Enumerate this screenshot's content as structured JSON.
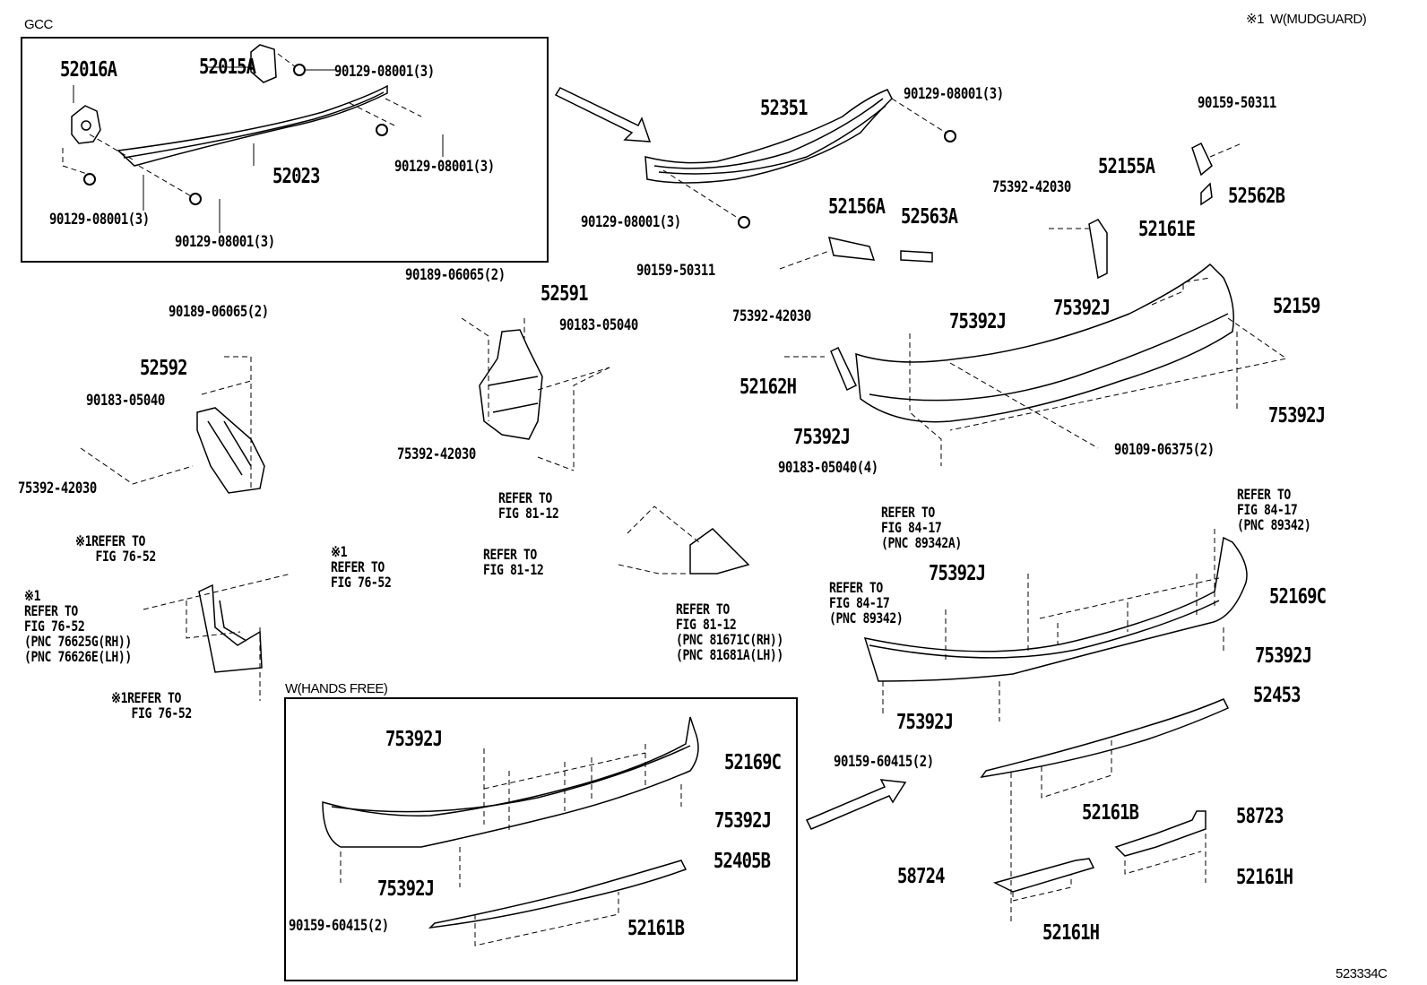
{
  "diagram": {
    "type": "parts-exploded-view",
    "subject": "Rear bumper and reinforcement",
    "figure_code": "523334C",
    "legend_note": "※1  W(MUDGUARD)",
    "groups": {
      "gcc": {
        "title": "GCC"
      },
      "hands_free": {
        "title": "W(HANDS FREE)"
      }
    },
    "labels": {
      "p52016A": "52016A",
      "p52015A": "52015A",
      "p52023": "52023",
      "bolt_gcc_1": "90129-08001(3)",
      "bolt_gcc_2": "90129-08001(3)",
      "bolt_gcc_3": "90129-08001(3)",
      "bolt_gcc_4": "90129-08001(3)",
      "p52351": "52351",
      "bolt_52351_top": "90129-08001(3)",
      "bolt_52351_bottom": "90129-08001(3)",
      "p90159_50311_a": "90159-50311",
      "p52155A": "52155A",
      "p52562B": "52562B",
      "p75392_42030_a": "75392-42030",
      "p52161E": "52161E",
      "p52156A": "52156A",
      "p52563A": "52563A",
      "p90159_50311_b": "90159-50311",
      "p75392J_a": "75392J",
      "p52159": "52159",
      "p75392_42030_b": "75392-42030",
      "p75392J_b": "75392J",
      "p52162H": "52162H",
      "p75392J_c": "75392J",
      "p90183_05040_4": "90183-05040(4)",
      "p90109_06375": "90109-06375(2)",
      "p75392J_d": "75392J",
      "p90189_06065_a": "90189-06065(2)",
      "p52592": "52592",
      "p90183_05040_a": "90183-05040",
      "p75392_42030_c": "75392-42030",
      "p90189_06065_b": "90189-06065(2)",
      "p52591": "52591",
      "p90183_05040_b": "90183-05040",
      "p75392_42030_d": "75392-42030",
      "ref_81_12_a": "REFER TO\nFIG 81-12",
      "ref_81_12_b": "REFER TO\nFIG 81-12",
      "ref_81_12_c": "REFER TO\nFIG 81-12\n(PNC 81671C(RH))\n(PNC 81681A(LH))",
      "ref_76_52_a": "※1REFER TO\n   FIG 76-52",
      "ref_76_52_b": "※1\nREFER TO\nFIG 76-52",
      "ref_76_52_c": "※1\nREFER TO\nFIG 76-52\n(PNC 76625G(RH))\n(PNC 76626E(LH))",
      "ref_76_52_d": "※1REFER TO\n   FIG 76-52",
      "ref_84_17_a": "REFER TO\nFIG 84-17\n(PNC 89342A)",
      "ref_84_17_b": "REFER TO\nFIG 84-17\n(PNC 89342)",
      "ref_84_17_c": "REFER TO\nFIG 84-17\n(PNC 89342)",
      "p75392J_e": "75392J",
      "p52169C_a": "52169C",
      "p75392J_f": "75392J",
      "p75392J_g": "75392J",
      "p90159_60415_a": "90159-60415(2)",
      "p52453": "52453",
      "p52161B_a": "52161B",
      "p58723": "58723",
      "p58724": "58724",
      "p52161H_a": "52161H",
      "p52161H_b": "52161H",
      "hf_75392J_a": "75392J",
      "hf_52169C": "52169C",
      "hf_75392J_b": "75392J",
      "hf_75392J_c": "75392J",
      "hf_52405B": "52405B",
      "hf_90159_60415": "90159-60415(2)",
      "hf_52161B": "52161B"
    }
  }
}
